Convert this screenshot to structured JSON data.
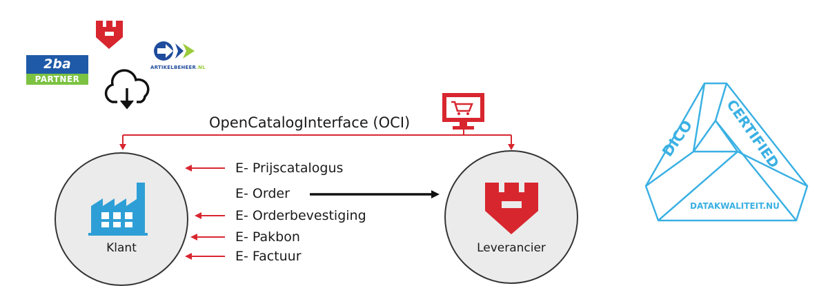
{
  "logos": {
    "partner_2ba_top": "2ba",
    "partner_2ba_bottom": "PARTNER",
    "artikelbeheer_main": "ARTIKELBEHEER",
    "artikelbeheer_suffix": ".NL"
  },
  "oci_label": "OpenCatalogInterface (OCI)",
  "nodes": {
    "client": "Klant",
    "supplier": "Leverancier"
  },
  "flows": [
    {
      "label": "E- Prijscatalogus",
      "direction": "to-client"
    },
    {
      "label": "E- Order",
      "direction": "to-supplier"
    },
    {
      "label": "E- Orderbevestiging",
      "direction": "to-client"
    },
    {
      "label": "E- Pakbon",
      "direction": "to-client"
    },
    {
      "label": "E- Factuur",
      "direction": "to-client"
    }
  ],
  "badge": {
    "left_text": "DICO",
    "right_text": "CERTIFIED",
    "bottom_text": "DATAKWALITEIT.NU"
  },
  "colors": {
    "red": "#d8262f",
    "blue": "#1f5aa8",
    "light_blue": "#3ab0e3",
    "factory_blue": "#2e9fd6",
    "green": "#7cc242"
  },
  "icons": [
    "wurth-logo-icon",
    "cloud-download-icon",
    "monitor-cart-icon",
    "factory-icon"
  ]
}
